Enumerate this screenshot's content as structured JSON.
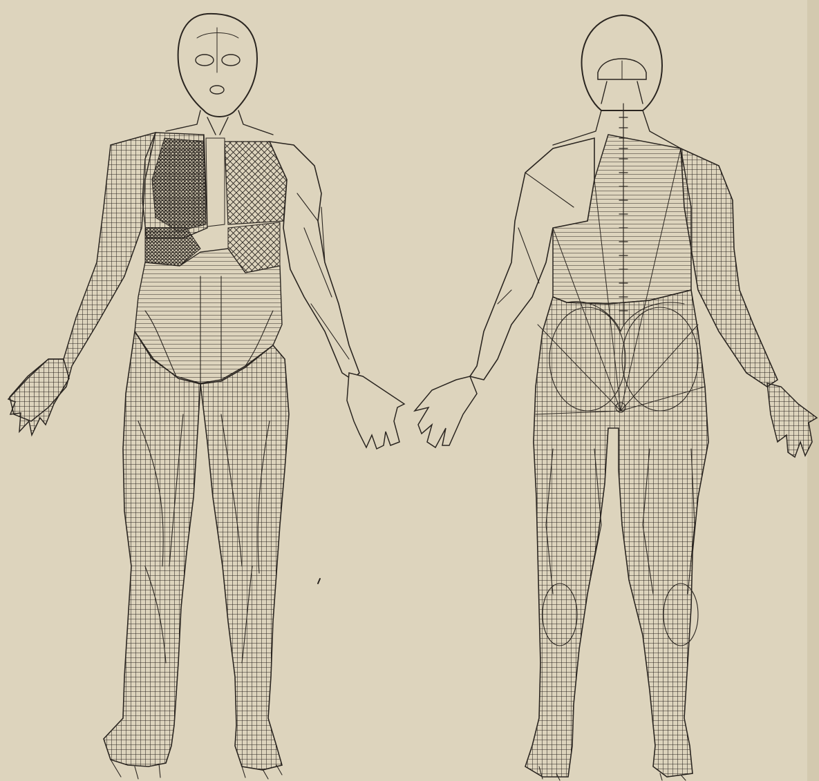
{
  "figure": {
    "views": [
      "anterior",
      "posterior"
    ],
    "style": "engraved anatomical plate with hatched dermatome zones",
    "colors": {
      "paper": "#ddd4bd",
      "ink": "#2a2520",
      "paper_shade": "#d3c9af"
    },
    "hatching_patterns": [
      "square-grid",
      "horizontal-lines",
      "diagonal-cross",
      "dense-cross"
    ]
  }
}
